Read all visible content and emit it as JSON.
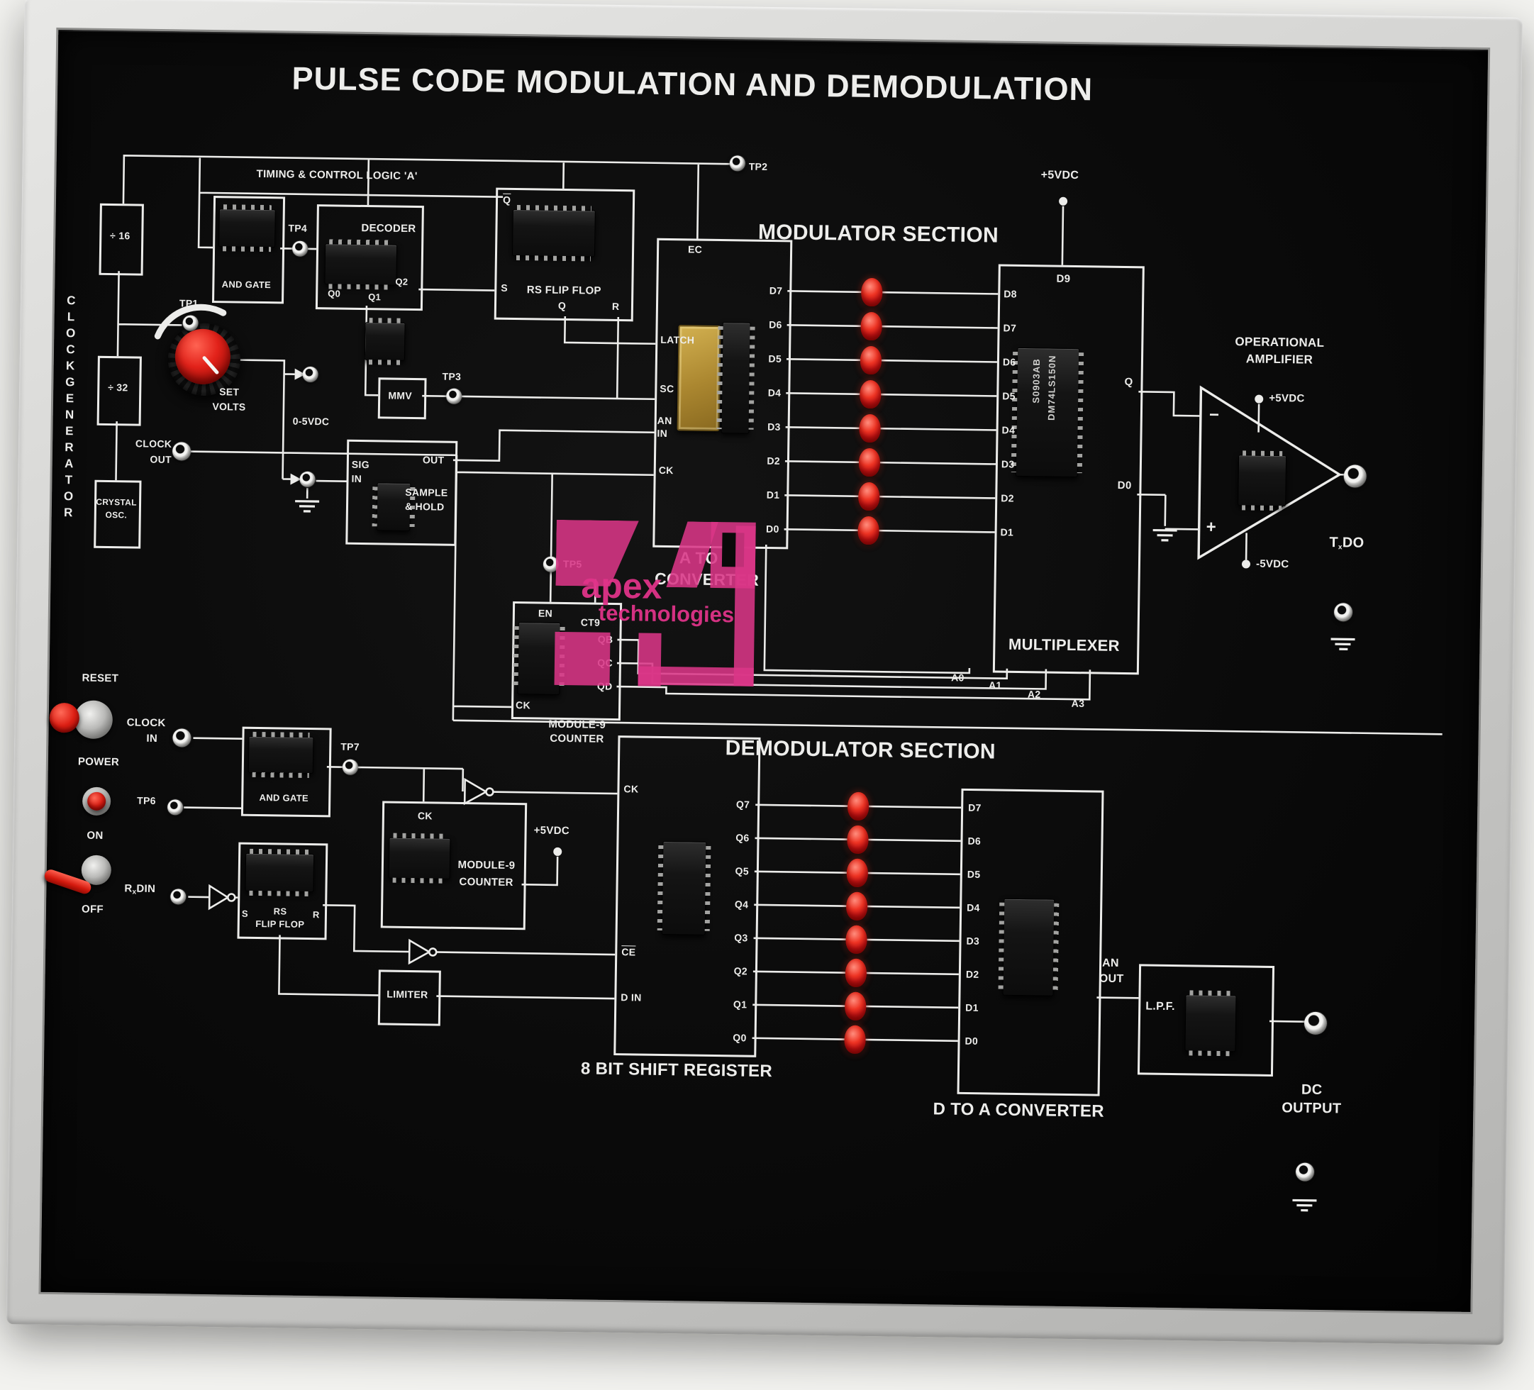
{
  "title": "PULSE CODE MODULATION AND DEMODULATION",
  "watermark": {
    "word1": "apex",
    "word2": "technologies",
    "color": "#d93686"
  },
  "colors": {
    "panel": "#0a0a0a",
    "line": "#ececea",
    "led": "#d01818",
    "frame": "#c9c9c7"
  },
  "clock_generator": {
    "vertical_label": "CLOCKGENERATOR",
    "div16": "÷ 16",
    "div32": "÷ 32",
    "crystal_line1": "CRYSTAL",
    "crystal_line2": "OSC.",
    "tp1": "TP1",
    "clock_out_line1": "CLOCK",
    "clock_out_line2": "OUT",
    "set_line1": "SET",
    "set_line2": "VOLTS",
    "range": "0-5VDC"
  },
  "timing": {
    "header": "TIMING & CONTROL LOGIC 'A'",
    "and_gate": "AND GATE",
    "tp4": "TP4",
    "decoder": "DECODER",
    "q0": "Q0",
    "q1": "Q1",
    "q2": "Q2",
    "rsff_qbar": "Q",
    "rsff_s": "S",
    "rsff_title": "RS FLIP FLOP",
    "rsff_q": "Q",
    "rsff_r": "R",
    "mmv": "MMV",
    "tp3": "TP3",
    "tp2": "TP2",
    "tp5": "TP5",
    "sh_sig": "SIG",
    "sh_in": "IN",
    "sh_out": "OUT",
    "sh_name1": "SAMPLE",
    "sh_name2": "& HOLD"
  },
  "modulator": {
    "section": "MODULATOR SECTION",
    "plus5": "+5VDC",
    "adc": {
      "ec": "EC",
      "latch": "LATCH",
      "sc": "SC",
      "an": "AN",
      "in": "IN",
      "ck": "CK",
      "d": [
        "D7",
        "D6",
        "D5",
        "D4",
        "D3",
        "D2",
        "D1",
        "D0"
      ],
      "name1": "A TO D",
      "name2": "CONVERTER"
    },
    "mux": {
      "d9": "D9",
      "d": [
        "D8",
        "D7",
        "D6",
        "D5",
        "D4",
        "D3",
        "D2",
        "D1"
      ],
      "q": "Q",
      "d0": "D0",
      "name": "MULTIPLEXER",
      "a": [
        "A0",
        "A1",
        "A2",
        "A3"
      ],
      "ic1": "S0903AB",
      "ic2": "DM74LS150N"
    },
    "module9": {
      "en": "EN",
      "ct9": "CT9",
      "qb": "QB",
      "qc": "QC",
      "qd": "QD",
      "ck": "CK",
      "name1": "MODULE-9",
      "name2": "COUNTER"
    }
  },
  "opamp": {
    "name1": "OPERATIONAL",
    "name2": "AMPLIFIER",
    "plus5": "+5VDC",
    "minus5": "-5VDC",
    "minus": "−",
    "plus": "+",
    "out_t": "T",
    "out_x": "x",
    "out_do": "DO"
  },
  "demodulator": {
    "section": "DEMODULATOR SECTION",
    "reset": "RESET",
    "power": "POWER",
    "on": "ON",
    "off": "OFF",
    "clock_line1": "CLOCK",
    "clock_line2": "IN",
    "tp6": "TP6",
    "rx_r": "R",
    "rx_x": "x",
    "rx_din": "DIN",
    "and_gate": "AND GATE",
    "tp7": "TP7",
    "rsff_s": "S",
    "rsff_name1": "RS",
    "rsff_name2": "FLIP FLOP",
    "rsff_r": "R",
    "module9": {
      "ck": "CK",
      "name1": "MODULE-9",
      "name2": "COUNTER",
      "plus5": "+5VDC"
    },
    "limiter": "LIMITER",
    "sr": {
      "ck": "CK",
      "ce": "CE",
      "din": "D IN",
      "q": [
        "Q7",
        "Q6",
        "Q5",
        "Q4",
        "Q3",
        "Q2",
        "Q1",
        "Q0"
      ],
      "name": "8 BIT SHIFT REGISTER"
    },
    "dac": {
      "d": [
        "D7",
        "D6",
        "D5",
        "D4",
        "D3",
        "D2",
        "D1",
        "D0"
      ],
      "an": "AN",
      "out": "OUT",
      "name": "D TO A CONVERTER"
    },
    "lpf": "L.P.F.",
    "dc1": "DC",
    "dc2": "OUTPUT"
  }
}
